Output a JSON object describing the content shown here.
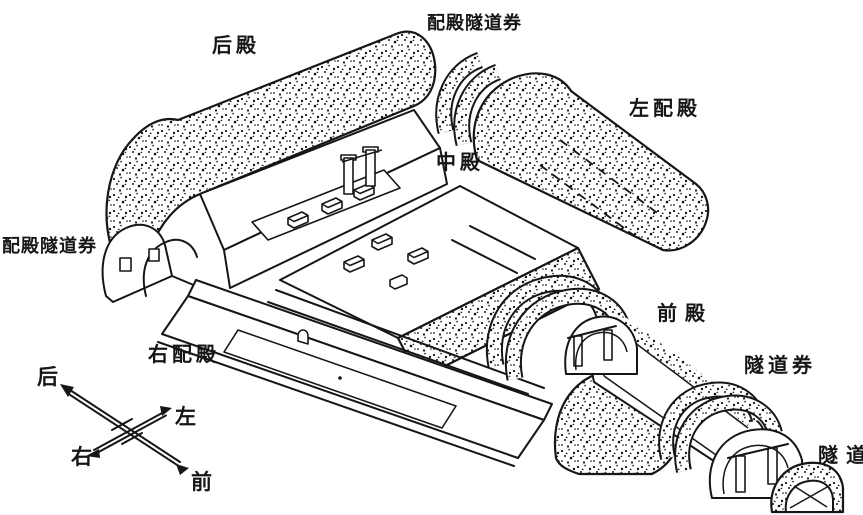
{
  "figure": {
    "kind": "isometric cutaway diagram of a rock-cut tomb",
    "paper_color": "#ffffff",
    "ink_color": "#161616"
  },
  "labels": {
    "side_hall_tunnel_vault_top": "配殿隧道券",
    "rear_hall": "后殿",
    "left_side_hall": "左配殿",
    "middle_hall": "中殿",
    "side_hall_tunnel_vault_left": "配殿隧道券",
    "front_hall": "前殿",
    "right_side_hall": "右配殿",
    "tunnel_vault": "隧道券",
    "tunnel": "隧道"
  },
  "compass": {
    "rear": "后",
    "left": "左",
    "right": "右",
    "front": "前"
  }
}
